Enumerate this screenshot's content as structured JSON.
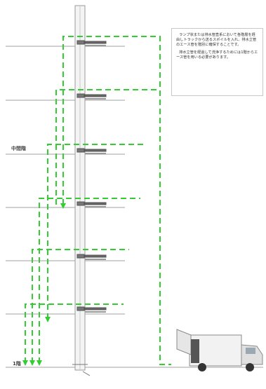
{
  "labels": {
    "mid_floor": "中間階",
    "first_floor": "1階"
  },
  "note": {
    "paragraph1": "ランプ状または排水管直系において各階層を経由しトラックから送るスポイルを入れ、排水立管のエース管を階別に確保することです。",
    "paragraph2": "排水立管を経過して洗浄するためには1階からエース管を用いる必要があります。"
  },
  "colors": {
    "dash": "#33cc33",
    "pipe": "#9a9a9a",
    "floor_line": "#9a9a9a",
    "fixture": "#555555"
  },
  "icons": {
    "truck": "truck-icon"
  }
}
